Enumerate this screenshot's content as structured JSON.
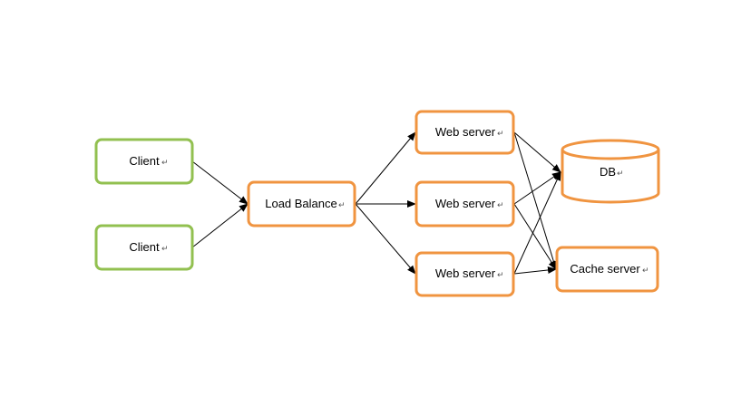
{
  "diagram": {
    "colors": {
      "client_border": "#92c050",
      "server_border": "#f09440",
      "edge": "#000000"
    },
    "nodes": {
      "client_1": {
        "label": "Client",
        "mark": "↵"
      },
      "client_2": {
        "label": "Client",
        "mark": "↵"
      },
      "load_balance": {
        "label": "Load Balance",
        "mark": "↵"
      },
      "web_server_1": {
        "label": "Web server",
        "mark": "↵"
      },
      "web_server_2": {
        "label": "Web server",
        "mark": "↵"
      },
      "web_server_3": {
        "label": "Web server",
        "mark": "↵"
      },
      "db": {
        "label": "DB",
        "mark": "↵"
      },
      "cache_server": {
        "label": "Cache server",
        "mark": "↵"
      }
    },
    "edges": [
      {
        "from": "client_1",
        "to": "load_balance"
      },
      {
        "from": "client_2",
        "to": "load_balance"
      },
      {
        "from": "load_balance",
        "to": "web_server_1"
      },
      {
        "from": "load_balance",
        "to": "web_server_2"
      },
      {
        "from": "load_balance",
        "to": "web_server_3"
      },
      {
        "from": "web_server_1",
        "to": "db"
      },
      {
        "from": "web_server_1",
        "to": "cache_server"
      },
      {
        "from": "web_server_2",
        "to": "db"
      },
      {
        "from": "web_server_2",
        "to": "cache_server"
      },
      {
        "from": "web_server_3",
        "to": "db"
      },
      {
        "from": "web_server_3",
        "to": "cache_server"
      }
    ]
  }
}
